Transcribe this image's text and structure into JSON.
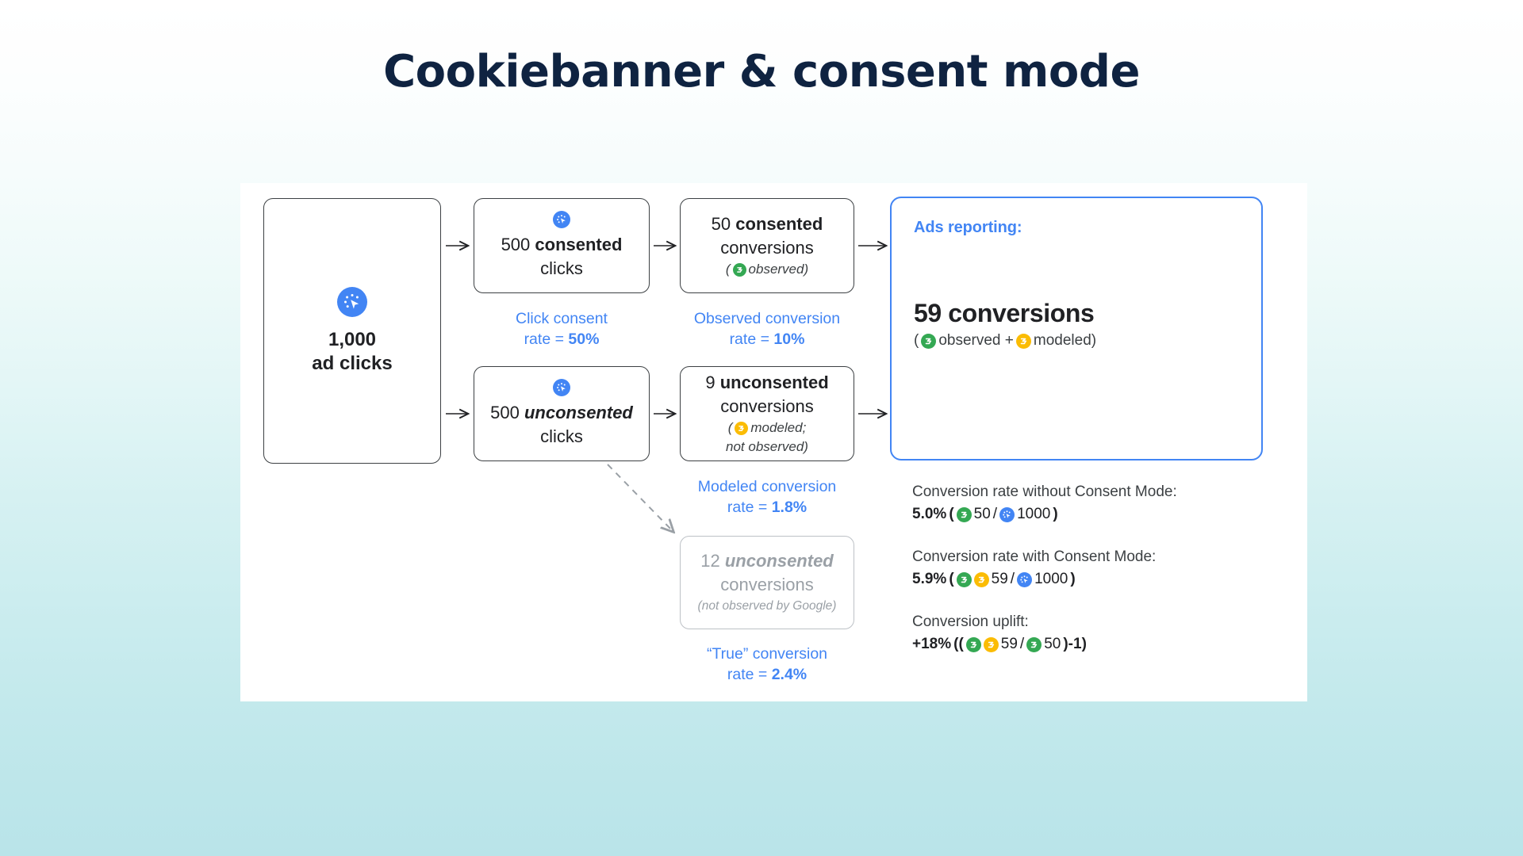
{
  "page": {
    "title": "Cookiebanner & consent mode"
  },
  "colors": {
    "title": "#0f2341",
    "accent_blue": "#4285f4",
    "observed_green": "#34a853",
    "modeled_amber": "#fbbc04",
    "click_blue": "#4285f4",
    "muted_grey": "#9aa0a6",
    "background_top": "#ffffff",
    "background_bottom": "#b9e4e9"
  },
  "diagram": {
    "total_clicks": {
      "icon": "ad-click-icon",
      "number": "1,000",
      "label": "ad clicks"
    },
    "consented_clicks": {
      "icon": "ad-click-icon",
      "number": "500",
      "emphasis": "consented",
      "label": "clicks"
    },
    "unconsented_clicks": {
      "icon": "ad-click-icon",
      "number": "500",
      "emphasis": "unconsented",
      "label": "clicks"
    },
    "consented_conversions": {
      "number": "50",
      "emphasis": "consented",
      "label": "conversions",
      "note_open": "(",
      "note_icon": "conversion-observed-icon",
      "note_text": "observed)"
    },
    "unconsented_conversions": {
      "number": "9",
      "emphasis": "unconsented",
      "label": "conversions",
      "note_open": "(",
      "note_icon": "conversion-modeled-icon",
      "note_text": "modeled;",
      "note_text2": "not observed)"
    },
    "true_conversions": {
      "number": "12",
      "emphasis": "unconsented",
      "label": "conversions",
      "note_text": "(not observed by Google)"
    },
    "rates": {
      "click_consent": {
        "label": "Click consent",
        "prefix": "rate = ",
        "value": "50%"
      },
      "observed_conversion": {
        "label": "Observed conversion",
        "prefix": "rate = ",
        "value": "10%"
      },
      "modeled_conversion": {
        "label": "Modeled conversion",
        "prefix": "rate = ",
        "value": "1.8%"
      },
      "true_conversion": {
        "label": "“True” conversion",
        "prefix": "rate = ",
        "value": "2.4%"
      }
    }
  },
  "ads_reporting": {
    "title": "Ads reporting:",
    "headline": "59 conversions",
    "sub_open": "(",
    "sub_observed_icon": "conversion-observed-icon",
    "sub_observed_text": "observed +",
    "sub_modeled_icon": "conversion-modeled-icon",
    "sub_modeled_text": "modeled)"
  },
  "calculations": [
    {
      "label": "Conversion rate without Consent Mode:",
      "percent": "5.0%",
      "open": "(",
      "parts": [
        {
          "icon": "conversion-observed-icon",
          "text": "50"
        },
        {
          "icon": null,
          "text": "/"
        },
        {
          "icon": "ad-click-icon",
          "text": "1000"
        }
      ],
      "close": ")"
    },
    {
      "label": "Conversion rate with Consent Mode:",
      "percent": "5.9%",
      "open": "(",
      "parts": [
        {
          "icon": "conversion-observed-icon",
          "text": ""
        },
        {
          "icon": "conversion-modeled-icon",
          "text": "59"
        },
        {
          "icon": null,
          "text": "/"
        },
        {
          "icon": "ad-click-icon",
          "text": "1000"
        }
      ],
      "close": ")"
    },
    {
      "label": "Conversion uplift:",
      "percent": "+18%",
      "open": "((",
      "parts": [
        {
          "icon": "conversion-observed-icon",
          "text": ""
        },
        {
          "icon": "conversion-modeled-icon",
          "text": "59"
        },
        {
          "icon": null,
          "text": "/"
        },
        {
          "icon": "conversion-observed-icon",
          "text": "50"
        }
      ],
      "close": ")-1)"
    }
  ]
}
